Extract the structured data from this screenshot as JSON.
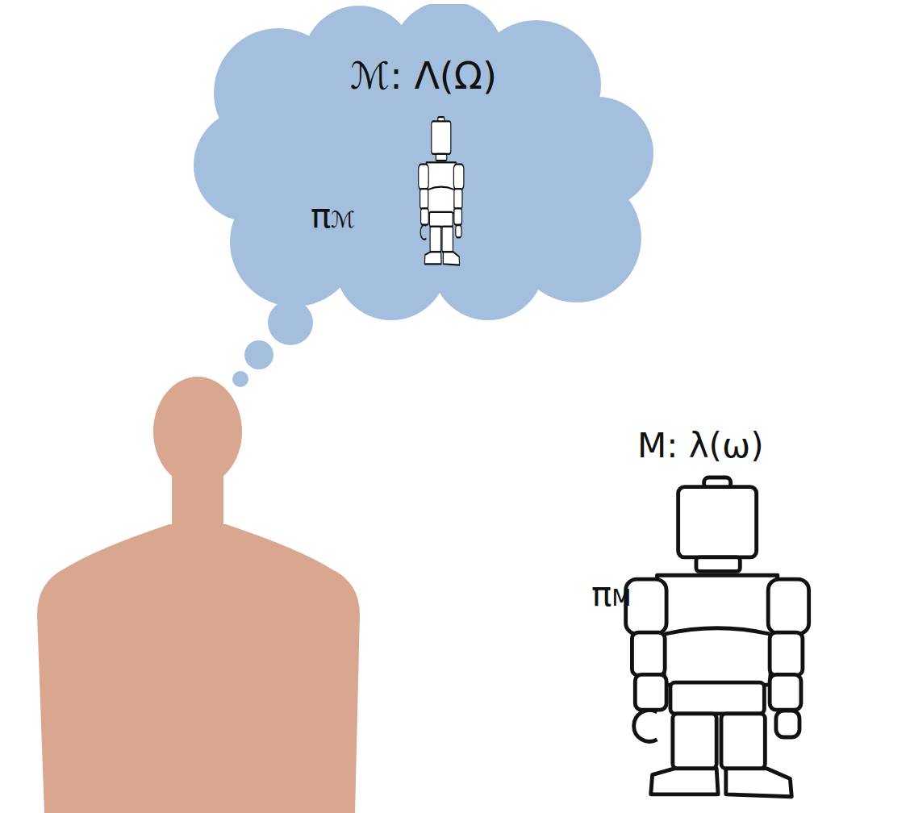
{
  "diagram": {
    "nodes": [
      {
        "text": [
          "ℳ: Λ(Ω)",
          "πℳ"
        ]
      }
    ],
    "labels": [
      "M: λ(ω)",
      "πM"
    ]
  }
}
